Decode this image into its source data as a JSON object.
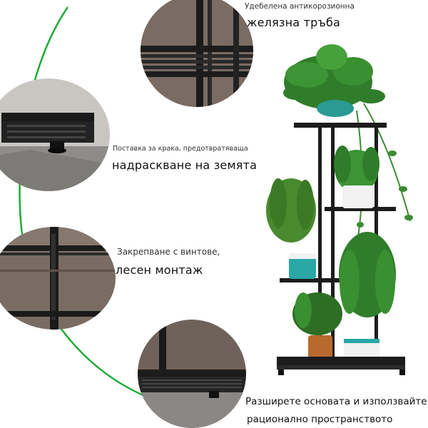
{
  "features": [
    {
      "caption_small": "Удебелена антикорозионна",
      "caption_big": "желязна тръба"
    },
    {
      "caption_small": "Поставка за крака, предотвратяваща",
      "caption_big": "надраскване на земята"
    },
    {
      "caption_small": "Закрепване с винтове,",
      "caption_big": "лесен монтаж"
    },
    {
      "caption_small": "Разширете основата и използвайте",
      "caption_big": "рационално пространството"
    }
  ],
  "colors": {
    "accent_arc": "#1faa3a",
    "metal": "#1c1c1c",
    "wall": "#6e6058",
    "floor": "#9a9a9a",
    "leaf": "#2f7d2a"
  },
  "icons": [
    "pipe-closeup-image",
    "foot-pad-closeup-image",
    "screw-joint-closeup-image",
    "base-closeup-image",
    "plant-stand-image"
  ]
}
